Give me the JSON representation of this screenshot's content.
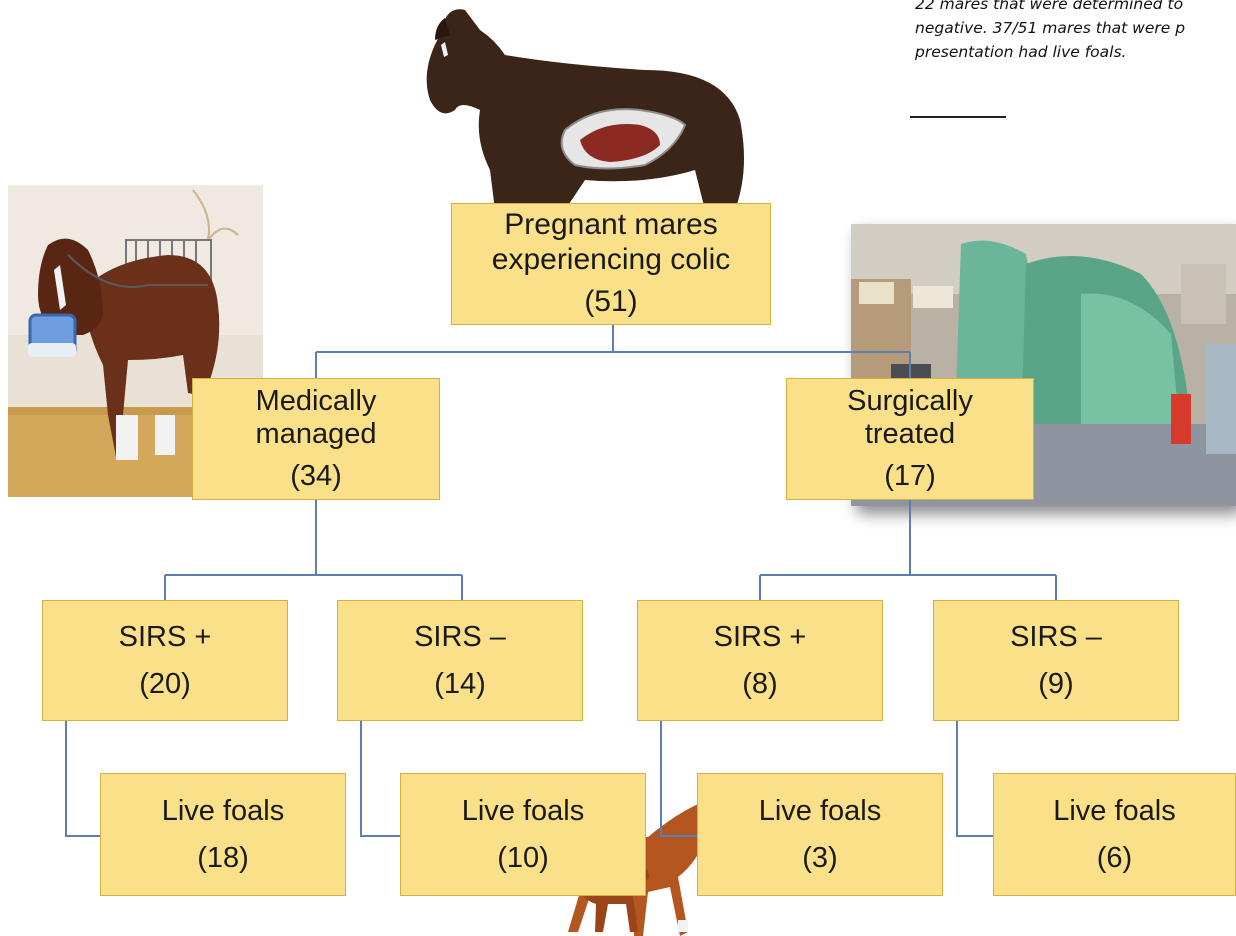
{
  "caption": {
    "lines": [
      "22 mares that were determined to",
      "negative.  37/51 mares that were p",
      "presentation had live foals."
    ]
  },
  "tree": {
    "root": {
      "line1": "Pregnant mares",
      "line2": "experiencing colic",
      "count": "(51)"
    },
    "medical": {
      "line1": "Medically",
      "line2": "managed",
      "count": "(34)"
    },
    "surgical": {
      "line1": "Surgically",
      "line2": "treated",
      "count": "(17)"
    },
    "med_sirs_pos": {
      "label": "SIRS +",
      "count": "(20)"
    },
    "med_sirs_neg": {
      "label": "SIRS –",
      "count": "(14)"
    },
    "surg_sirs_pos": {
      "label": "SIRS +",
      "count": "(8)"
    },
    "surg_sirs_neg": {
      "label": "SIRS –",
      "count": "(9)"
    },
    "med_pos_foals": {
      "label": "Live foals",
      "count": "(18)"
    },
    "med_neg_foals": {
      "label": "Live foals",
      "count": "(10)"
    },
    "surg_pos_foals": {
      "label": "Live foals",
      "count": "(3)"
    },
    "surg_neg_foals": {
      "label": "Live foals",
      "count": "(6)"
    }
  },
  "colors": {
    "box_fill": "#fbe08a",
    "box_border": "#d8b040",
    "connector": "#5b7fb4"
  },
  "icons": [
    "pregnant-mare-illustration",
    "mare-with-muzzle-photo",
    "surgery-room-photo",
    "mare-and-foal-illustration"
  ]
}
